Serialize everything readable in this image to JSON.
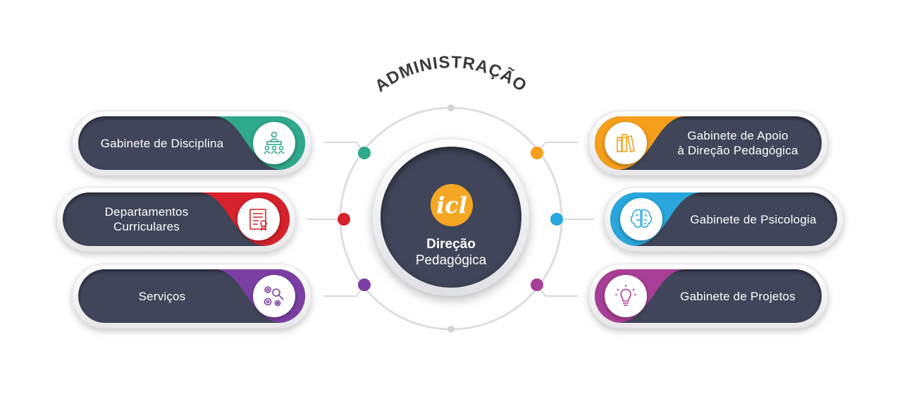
{
  "title": "ADMINISTRAÇÃO",
  "center": {
    "title": "Direção",
    "subtitle": "Pedagógica",
    "logo_text": "icl"
  },
  "colors": {
    "pill_dark": "#404559",
    "teal": "#2fa98c",
    "red": "#d6222c",
    "purple": "#7b3fa4",
    "orange": "#f59f1b",
    "blue": "#29a7dc",
    "magenta": "#a83e96",
    "logo_orange": "#f5a623",
    "connector": "#d9d9dc"
  },
  "nodes": [
    {
      "label": "Gabinete de Disciplina",
      "icon": "classroom-icon",
      "color": "teal"
    },
    {
      "label": "Departamentos\nCurriculares",
      "icon": "certificate-document-icon",
      "color": "red"
    },
    {
      "label": "Serviços",
      "icon": "gears-search-icon",
      "color": "purple"
    },
    {
      "label": "Gabinete de Apoio\nà Direção Pedagógica",
      "icon": "books-icon",
      "color": "orange"
    },
    {
      "label": "Gabinete de Psicologia",
      "icon": "brain-icon",
      "color": "blue"
    },
    {
      "label": "Gabinete de Projetos",
      "icon": "lightbulb-icon",
      "color": "magenta"
    }
  ]
}
